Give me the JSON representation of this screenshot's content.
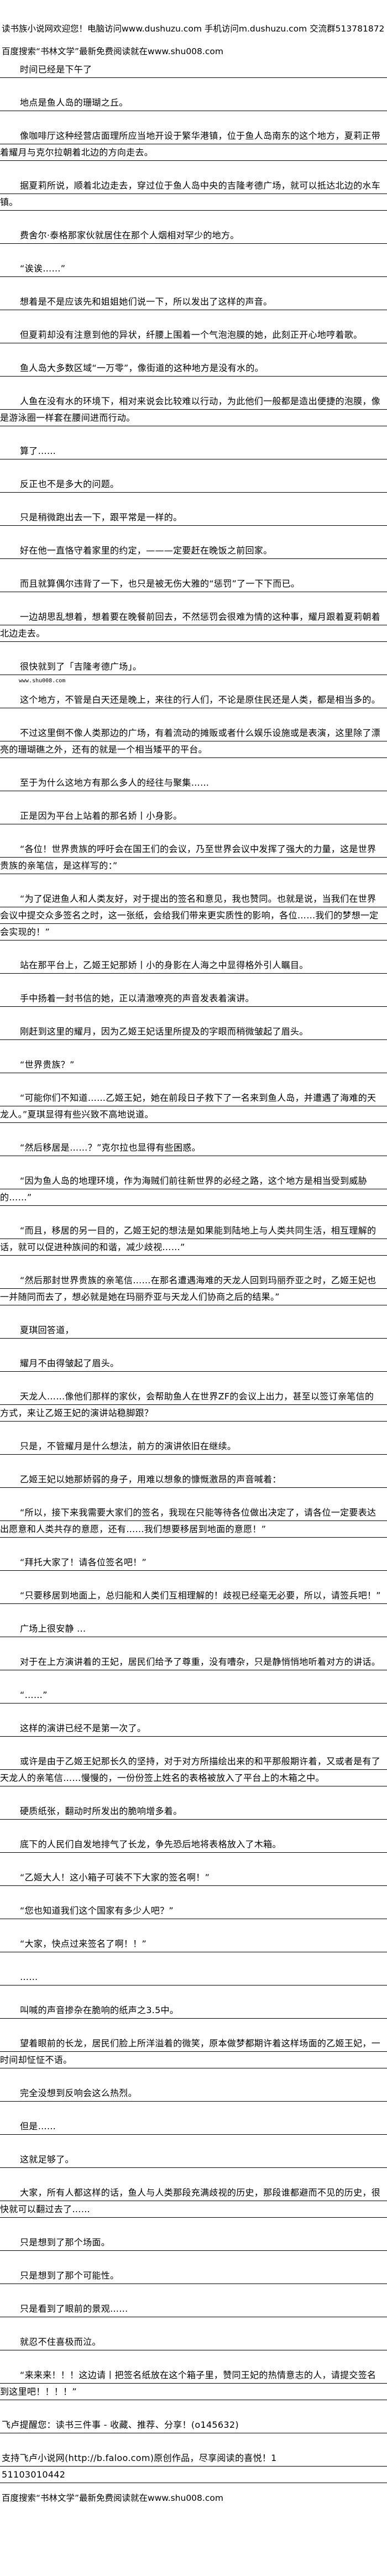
{
  "header": {
    "site_welcome": "读书族小说网欢迎您！电脑访问www.dushuzu.com 手机访问m.dushuzu.com 交流群513781872",
    "search_ad": "百度搜索“书林文学”最新免费阅读就在www.shu008.com"
  },
  "chapter": {
    "paragraphs_part1": [
      "时间已经是下午了",
      "地点是鱼人岛的珊瑚之丘。",
      "像咖啡厅这种经营店面理所应当地开设于繁华港镇，位于鱼人岛南东的这个地方，夏莉正带着耀月与克尔拉朝着北边的方向走去。",
      "据夏莉所说，顺着北边走去，穿过位于鱼人岛中央的吉隆考德广场，就可以抵达北边的水车镇。",
      "费舍尔·泰格那家伙就居住在那个人烟相对罕少的地方。",
      "“诶诶……”",
      "想着是不是应该先和姐姐她们说一下，所以发出了这样的声音。",
      "但夏莉却没有注意到他的异状，纤腰上围着一个气泡泡膜的她，此刻正开心地哼着歌。",
      "鱼人岛大多数区域“一万零”，像街道的这种地方是没有水的。",
      "人鱼在没有水的环境下，相对来说会比较难以行动，为此他们一般都是造出便捷的泡膜，像是游泳圈一样套在腰间进而行动。",
      "算了……",
      "反正也不是多大的问题。",
      "只是稍微跑出去一下，跟平常是一样的。",
      "好在他一直恪守着家里的约定，———定要赶在晚饭之前回家。",
      "而且就算偶尔违背了一下，也只是被无伤大雅的“惩罚”了一下下而已。",
      "一边胡思乱想着，想着要在晚餐前回去，不然惩罚会很难为情的这种事，耀月跟着夏莉朝着北边走去。",
      "很快就到了「吉隆考德广场」。"
    ],
    "watermark": "www.shu008.com",
    "paragraphs_part2": [
      "这个地方，不管是白天还是晚上，来往的行人们，不论是原住民还是人类，都是相当多的。",
      "不过这里倒不像人类那边的广场，有着流动的摊贩或者什么娱乐设施或是表演，这里除了漂亮的珊瑚礁之外，还有的就是一个相当矮平的平台。",
      "至于为什么这地方有那么多人的经往与聚集……",
      "正是因为平台上站着的那名娇丨小身影。",
      "“各位！世界贵族的呼吁会在国王们的会议，乃至世界会议中发挥了强大的力量，这是世界贵族的亲笔信，是这样写的：”",
      "“为了促进鱼人和人类友好，对于提出的签名和意见，我也赞同。也就是说，当我们在世界会议中提交众多签名之时，这一张纸，会给我们带来更实质性的影响，各位……我们的梦想一定会实现的！”",
      "站在那平台上，乙姬王妃那娇丨小的身影在人海之中显得格外引人瞩目。",
      "手中扬着一封书信的她，正以清澈嘹亮的声音发表着演讲。",
      "刚赶到这里的耀月，因为乙姬王妃话里所提及的字眼而稍微皱起了眉头。",
      "“世界贵族？”",
      "“可能你们不知道……乙姬王妃，她在前段日子救下了一名来到鱼人岛，并遭遇了海难的天龙人。”夏琪显得有些兴致不高地说道。",
      "“然后移居是……？”克尔拉也显得有些困惑。",
      "“因为鱼人岛的地理环境，作为海贼们前往新世界的必经之路，这个地方是相当受到威胁的……”",
      "“而且，移居的另一目的，乙姬王妃的想法是如果能到陆地上与人类共同生活，相互理解的话，就可以促进种族间的和谐，减少歧视……”",
      "“然后那封世界贵族的亲笔信……在那名遭遇海难的天龙人回到玛丽乔亚之时，乙姬王妃也一并随同而去了，想必就是她在玛丽乔亚与天龙人们协商之后的结果。”",
      "夏琪回答道，",
      "耀月不由得皱起了眉头。",
      "天龙人……像他们那样的家伙，会帮助鱼人在世界ZF的会议上出力，甚至以签订亲笔信的方式，来让乙姬王妃的演讲站稳脚跟？",
      "只是，不管耀月是什么想法，前方的演讲依旧在继续。",
      "乙姬王妃以她那娇弱的身子，用难以想象的慷慨激昂的声音喊着：",
      "“所以，接下来我需要大家们的签名，我现在只能等待各位做出决定了，请各位一定要表达出愿意和人类共存的意愿，还有……我们想要移居到地面的意愿！”",
      "“拜托大家了！请各位签名吧！”",
      "“只要移居到地面上，总归能和人类们互相理解的！歧视已经毫无必要，所以，请签兵吧！”",
      "广场上很安静 ...",
      "对于在上方演讲着的王妃，居民们给予了尊重，没有嘈杂，只是静悄悄地听着对方的讲话。",
      "“……”",
      "这样的演讲已经不是第一次了。",
      "或许是由于乙姬王妃那长久的坚持，对于对方所描绘出来的和平那般期许着，又或者是有了天龙人的亲笔信……慢慢的，一份份签上姓名的表格被放入了平台上的木箱之中。",
      "硬质纸张，翻动时所发出的脆响增多着。",
      "底下的人民们自发地排气了长龙，争先恐后地将表格放入了木箱。",
      "“乙姬大人！这小箱子可装不下大家的签名啊！”",
      "“您也知道我们这个国家有多少人吧？”",
      "“大家，快点过来签名了啊！！”",
      "……",
      "叫喊的声音掺杂在脆响的纸声之3.5中。",
      "望着眼前的长龙，居民们脸上所洋溢着的微笑，原本做梦都期许着这样场面的乙姬王妃，一时间却怔怔不语。",
      "完全没想到反响会这么热烈。",
      "但是……",
      "这就足够了。",
      "大家，所有人都这样的话，鱼人与人类那段充满歧视的历史，那段谁都避而不见的历史，很快就可以翻过去了……",
      "只是想到了那个场面。",
      "只是想到了那个可能性。",
      "只是看到了眼前的景观……",
      "就忍不住喜极而泣。",
      "“来来来！！！这边请丨把签名纸放在这个箱子里，赞同王妃的热情意志的人，请提交签名到这里吧！！！！”"
    ]
  },
  "footer": {
    "faloo_reminder": "飞卢提醒您：读书三件事 - 收藏、推荐、分享！(o145632)",
    "faloo_support": "支持飞卢小说网(http://b.faloo.com)原创作品，尽享阅读的喜悦！1",
    "faloo_code": "51103010442",
    "search_ad": "百度搜索“书林文学”最新免费阅读就在www.shu008.com"
  }
}
